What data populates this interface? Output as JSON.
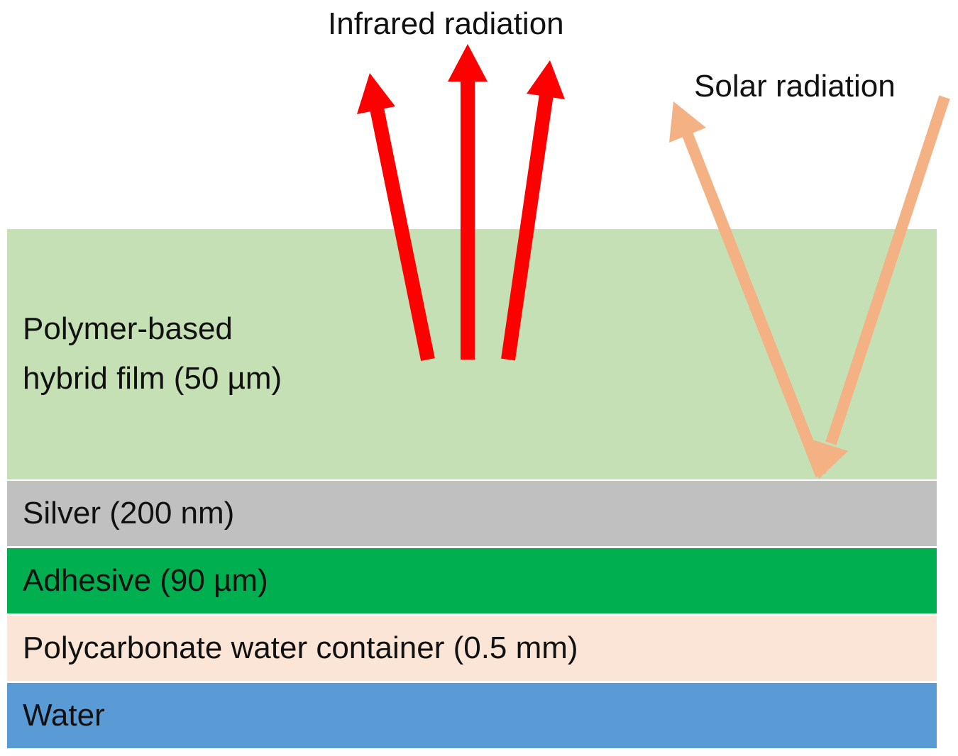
{
  "layers": [
    {
      "id": "film",
      "label": "Polymer-based hybrid film (50 µm)",
      "color": "#c5e0b4"
    },
    {
      "id": "silver",
      "label": "Silver (200 nm)",
      "color": "#c0c0c0"
    },
    {
      "id": "adhesive",
      "label": "Adhesive (90 µm)",
      "color": "#00b050"
    },
    {
      "id": "polycarbonate",
      "label": "Polycarbonate water container (0.5 mm)",
      "color": "#fbe5d6"
    },
    {
      "id": "water",
      "label": "Water",
      "color": "#5b9bd5"
    }
  ],
  "radiation": {
    "infrared": {
      "label": "Infrared radiation",
      "color": "#ff0000"
    },
    "solar": {
      "label": "Solar radiation",
      "color": "#f4b183"
    }
  }
}
